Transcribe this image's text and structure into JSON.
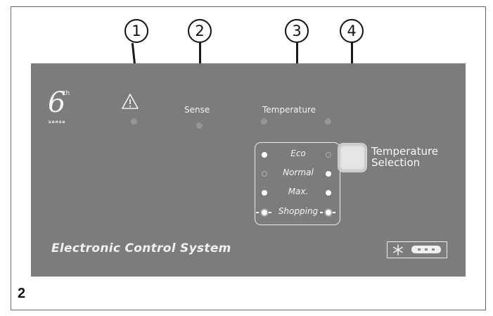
{
  "figure_number": "2",
  "callouts": [
    "1",
    "2",
    "3",
    "4"
  ],
  "logo": {
    "big": "6",
    "sup": "th",
    "small": "sense"
  },
  "panel": {
    "alarm_icon": "warning-triangle-icon",
    "sense_label": "Sense",
    "temperature_label": "Temperature",
    "modes": [
      "Eco",
      "Normal",
      "Max.",
      "Shopping"
    ],
    "button_label_line1": "Temperature",
    "button_label_line2": "Selection",
    "system_title": "Electronic Control System",
    "freeze_icon": "snowflake-icon"
  },
  "colors": {
    "panel": "#7c7c7c",
    "text": "#f2f2f2",
    "led_off": "#969696"
  }
}
